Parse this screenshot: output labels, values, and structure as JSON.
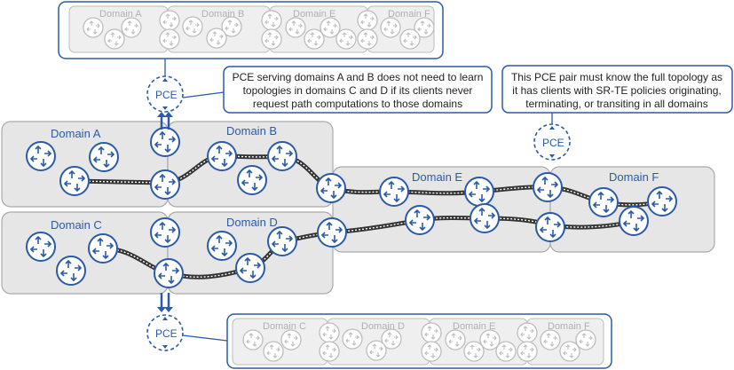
{
  "domains": {
    "a": "Domain A",
    "b": "Domain B",
    "c": "Domain C",
    "d": "Domain D",
    "e": "Domain E",
    "f": "Domain F"
  },
  "pce_label": "PCE",
  "top_view": {
    "labels": [
      "Domain A",
      "Domain B",
      "Domain E",
      "Domain F"
    ]
  },
  "bottom_view": {
    "labels": [
      "Domain C",
      "Domain D",
      "Domain E",
      "Domain F"
    ]
  },
  "callout_left": {
    "line1": "PCE serving domains A and B does not need to learn",
    "line2": "topologies in domains C and D if its clients never",
    "line3": "request path computations to those domains"
  },
  "callout_right": {
    "line1": "This PCE pair must know the full topology as",
    "line2": "it has clients with SR-TE policies originating,",
    "line3": "terminating, or transiting in all domains"
  },
  "colors": {
    "accent": "#2a5aa8",
    "router_fill": "#ffffff",
    "domain_fill": "#e6e6e6",
    "domain_stroke": "#a9a9a9",
    "mini_fill": "#efefef"
  }
}
